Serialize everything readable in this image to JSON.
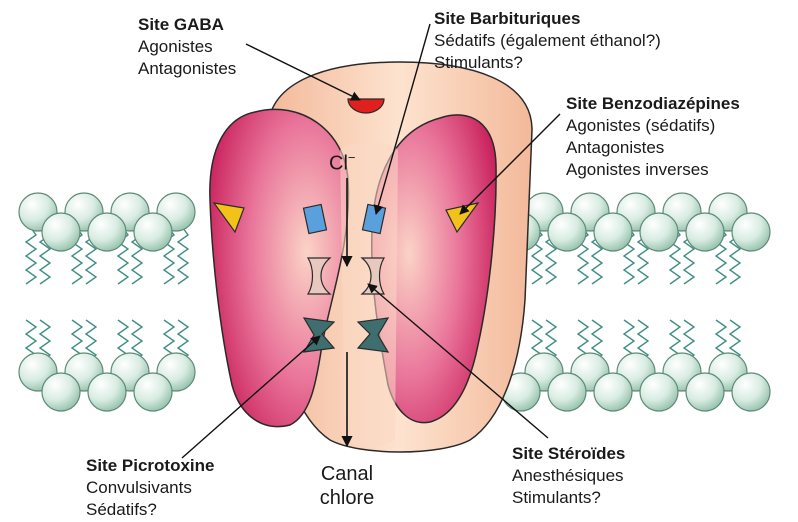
{
  "ion": {
    "symbol": "Cl",
    "charge": "−"
  },
  "channel_label": {
    "line1": "Canal",
    "line2": "chlore"
  },
  "sites": {
    "gaba": {
      "title": "Site GABA",
      "lines": [
        "Agonistes",
        "Antagonistes"
      ]
    },
    "barbituriques": {
      "title": "Site Barbituriques",
      "lines": [
        "Sédatifs (également éthanol?)",
        "Stimulants?"
      ]
    },
    "benzodiazepines": {
      "title": "Site Benzodiazépines",
      "lines": [
        "Agonistes (sédatifs)",
        "Antagonistes",
        "Agonistes inverses"
      ]
    },
    "picrotoxine": {
      "title": "Site Picrotoxine",
      "lines": [
        "Convulsivants",
        "Sédatifs?"
      ]
    },
    "steroides": {
      "title": "Site Stéroïdes",
      "lines": [
        "Anesthésiques",
        "Stimulants?"
      ]
    }
  },
  "colors": {
    "membrane_head": "#d8ece2",
    "membrane_tail": "#3f8f84",
    "channel_core": "#f6c8a8",
    "subunit": "#d8336e",
    "gaba_site": "#e0201c",
    "benzo_site": "#f2c21a",
    "barbiturate_site": "#5aa0dc",
    "picrotoxin_site": "#3e6e6e"
  }
}
